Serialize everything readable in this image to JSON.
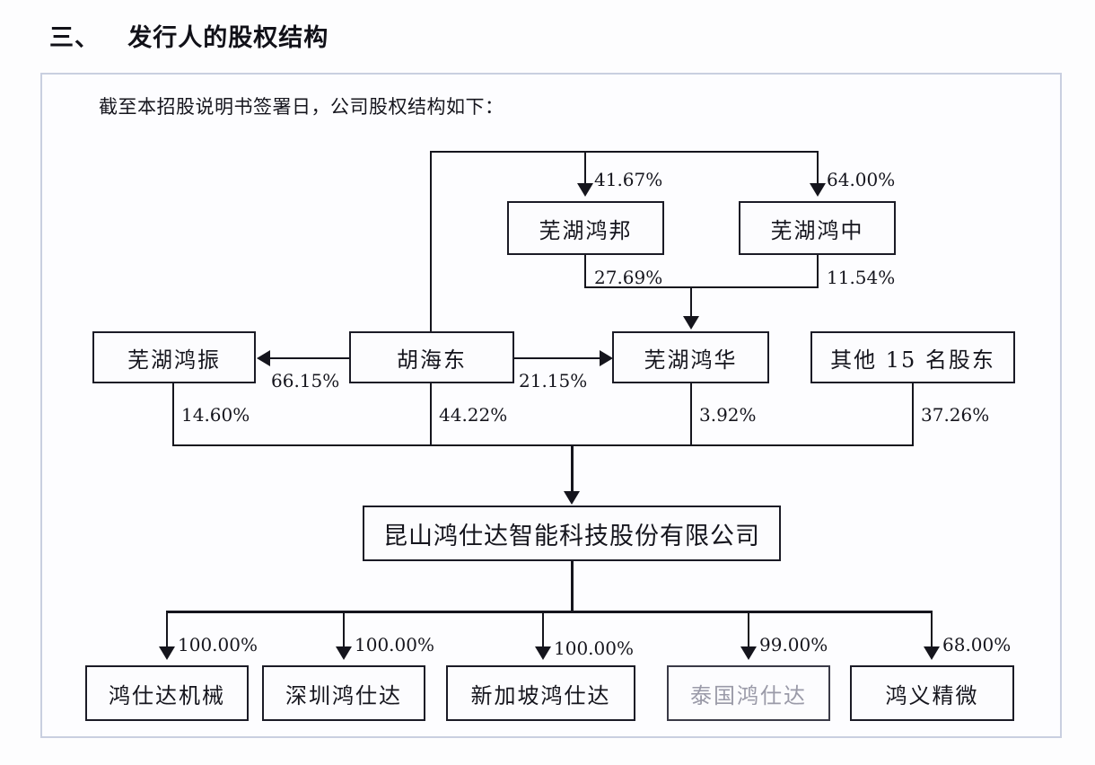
{
  "heading": "三、   发行人的股权结构",
  "intro": "截至本招股说明书签署日，公司股权结构如下：",
  "chart_data": {
    "type": "diagram",
    "title": "发行人的股权结构",
    "nodes": [
      {
        "id": "wuhu_hongbang",
        "label": "芜湖鸿邦",
        "tier": "top"
      },
      {
        "id": "wuhu_hongzhong",
        "label": "芜湖鸿中",
        "tier": "top"
      },
      {
        "id": "wuhu_hongzhen",
        "label": "芜湖鸿振",
        "tier": "middle"
      },
      {
        "id": "hu_haidong",
        "label": "胡海东",
        "tier": "middle"
      },
      {
        "id": "wuhu_honghua",
        "label": "芜湖鸿华",
        "tier": "middle"
      },
      {
        "id": "other_15",
        "label": "其他 15 名股东",
        "tier": "middle"
      },
      {
        "id": "issuer",
        "label": "昆山鸿仕达智能科技股份有限公司",
        "tier": "issuer"
      },
      {
        "id": "hsd_machinery",
        "label": "鸿仕达机械",
        "tier": "bottom"
      },
      {
        "id": "shenzhen_hsd",
        "label": "深圳鸿仕达",
        "tier": "bottom"
      },
      {
        "id": "singapore_hsd",
        "label": "新加坡鸿仕达",
        "tier": "bottom"
      },
      {
        "id": "thailand_hsd",
        "label": "泰国鸿仕达",
        "tier": "bottom",
        "faded": true
      },
      {
        "id": "hongyi_jingwei",
        "label": "鸿义精微",
        "tier": "bottom"
      }
    ],
    "edges": [
      {
        "from": "hu_haidong",
        "to": "wuhu_hongbang",
        "value": "41.67%"
      },
      {
        "from": "hu_haidong",
        "to": "wuhu_hongzhong",
        "value": "64.00%"
      },
      {
        "from": "wuhu_hongbang",
        "to": "wuhu_honghua",
        "value": "27.69%"
      },
      {
        "from": "wuhu_hongzhong",
        "to": "wuhu_honghua",
        "value": "11.54%"
      },
      {
        "from": "hu_haidong",
        "to": "wuhu_hongzhen",
        "value": "66.15%"
      },
      {
        "from": "hu_haidong",
        "to": "wuhu_honghua",
        "value": "21.15%"
      },
      {
        "from": "wuhu_hongzhen",
        "to": "issuer",
        "value": "14.60%"
      },
      {
        "from": "hu_haidong",
        "to": "issuer",
        "value": "44.22%"
      },
      {
        "from": "wuhu_honghua",
        "to": "issuer",
        "value": "3.92%"
      },
      {
        "from": "other_15",
        "to": "issuer",
        "value": "37.26%"
      },
      {
        "from": "issuer",
        "to": "hsd_machinery",
        "value": "100.00%"
      },
      {
        "from": "issuer",
        "to": "shenzhen_hsd",
        "value": "100.00%"
      },
      {
        "from": "issuer",
        "to": "singapore_hsd",
        "value": "100.00%"
      },
      {
        "from": "issuer",
        "to": "thailand_hsd",
        "value": "99.00%"
      },
      {
        "from": "issuer",
        "to": "hongyi_jingwei",
        "value": "68.00%"
      }
    ]
  },
  "labels": {
    "pct_41_67": "41.67%",
    "pct_64_00": "64.00%",
    "pct_27_69": "27.69%",
    "pct_11_54": "11.54%",
    "pct_66_15": "66.15%",
    "pct_21_15": "21.15%",
    "pct_14_60": "14.60%",
    "pct_44_22": "44.22%",
    "pct_3_92": "3.92%",
    "pct_37_26": "37.26%",
    "pct_sub1": "100.00%",
    "pct_sub2": "100.00%",
    "pct_sub3": "100.00%",
    "pct_sub4": "99.00%",
    "pct_sub5": "68.00%"
  },
  "nodes": {
    "wuhu_hongbang": "芜湖鸿邦",
    "wuhu_hongzhong": "芜湖鸿中",
    "wuhu_hongzhen": "芜湖鸿振",
    "hu_haidong": "胡海东",
    "wuhu_honghua": "芜湖鸿华",
    "other_15": "其他 15 名股东",
    "issuer": "昆山鸿仕达智能科技股份有限公司",
    "hsd_machinery": "鸿仕达机械",
    "shenzhen_hsd": "深圳鸿仕达",
    "singapore_hsd": "新加坡鸿仕达",
    "thailand_hsd": "泰国鸿仕达",
    "hongyi_jingwei": "鸿义精微"
  }
}
